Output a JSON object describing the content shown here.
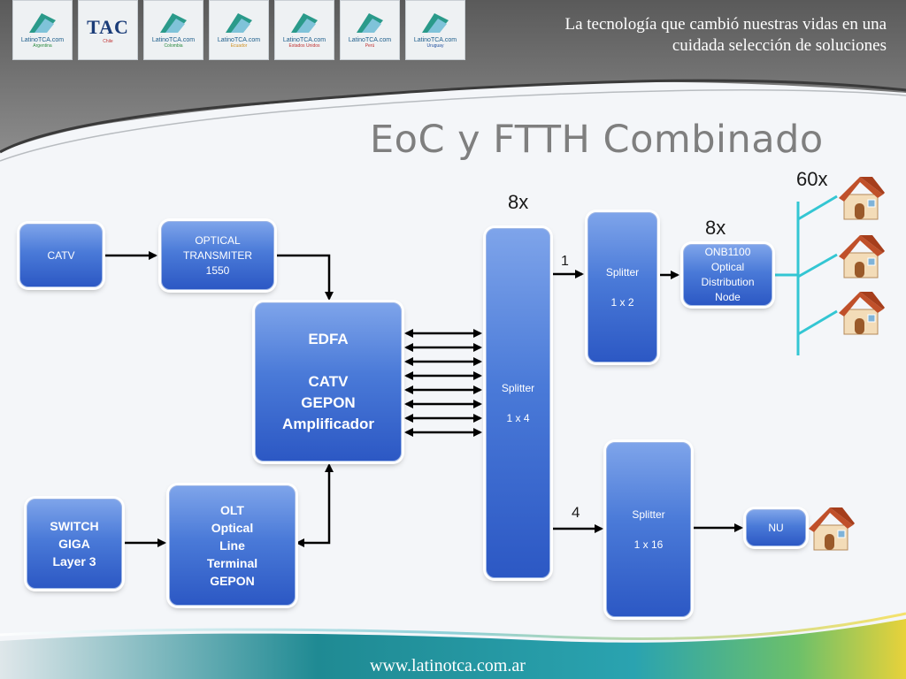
{
  "header": {
    "logos": [
      {
        "name": "LatinoTCA.com",
        "sub": "Argentina"
      },
      {
        "name": "TAC",
        "sub": "Chile"
      },
      {
        "name": "LatinoTCA.com",
        "sub": "Colombia"
      },
      {
        "name": "LatinoTCA.com",
        "sub": "Ecuador"
      },
      {
        "name": "LatinoTCA.com",
        "sub": "Estados Unidos"
      },
      {
        "name": "LatinoTCA.com",
        "sub": "Perú"
      },
      {
        "name": "LatinoTCA.com",
        "sub": "Uruguay"
      }
    ],
    "tagline_line1": "La tecnología que cambió nuestras vidas en una",
    "tagline_line2": "cuidada selección de soluciones"
  },
  "title": "EoC y FTTH Combinado",
  "nodes": {
    "catv": {
      "lines": [
        "CATV"
      ]
    },
    "optical_transmitter": {
      "lines": [
        "OPTICAL",
        "TRANSMITER",
        "1550"
      ]
    },
    "edfa": {
      "lines": [
        "EDFA",
        "",
        "CATV",
        "GEPON",
        "Amplificador"
      ]
    },
    "switch": {
      "lines": [
        "SWITCH",
        "GIGA",
        "Layer 3"
      ]
    },
    "olt": {
      "lines": [
        "OLT",
        "Optical",
        "Line",
        "Terminal",
        "GEPON"
      ]
    },
    "splitter_1x4": {
      "lines": [
        "Splitter",
        "",
        "1 x 4"
      ]
    },
    "splitter_1x2": {
      "lines": [
        "Splitter",
        "",
        "1 x 2"
      ]
    },
    "splitter_1x16": {
      "lines": [
        "Splitter",
        "",
        "1 x 16"
      ]
    },
    "onb1100": {
      "lines": [
        "ONB1100",
        "Optical",
        "Distribution",
        "Node"
      ]
    },
    "nu": {
      "lines": [
        "NU"
      ]
    }
  },
  "labels": {
    "mult_8x_splitter": "8x",
    "mult_8x_node": "8x",
    "mult_60x": "60x",
    "port_1": "1",
    "port_4": "4"
  },
  "colors": {
    "box_top": "#7ea4ea",
    "box_bottom": "#2c58c4",
    "fiber_cyan": "#33c6d3",
    "header_gray": "#6b6b6b",
    "footer_teal": "#1f8a93"
  },
  "footer": {
    "url": "www.latinotca.com.ar"
  }
}
